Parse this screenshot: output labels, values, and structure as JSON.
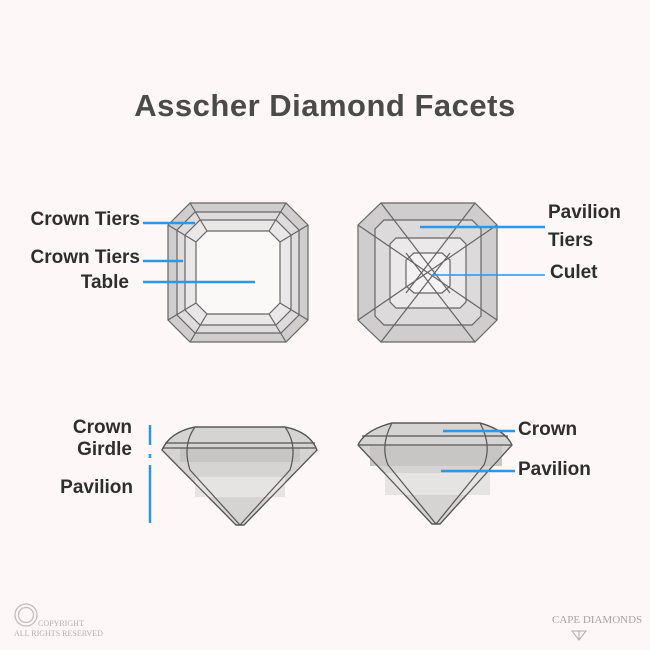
{
  "title": "Asscher Diamond Facets",
  "top_view_labels": {
    "crown_tiers_1": "Crown Tiers",
    "crown_tiers_2": "Crown Tiers",
    "table": "Table"
  },
  "bottom_view_labels": {
    "pavilion": "Pavilion",
    "tiers": "Tiers",
    "culet": "Culet"
  },
  "side_left_labels": {
    "crown": "Crown",
    "girdle": "Girdle",
    "pavilion": "Pavilion"
  },
  "side_right_labels": {
    "crown": "Crown",
    "pavilion": "Pavilion"
  },
  "footer": {
    "copyright_line1": "COPYRIGHT",
    "copyright_line2": "ALL RIGHTS RESERVED",
    "brand": "CAPE DIAMONDS"
  },
  "colors": {
    "accent_line": "#2b97e8",
    "background": "#fdf7f7",
    "title": "#4a4a4a"
  }
}
